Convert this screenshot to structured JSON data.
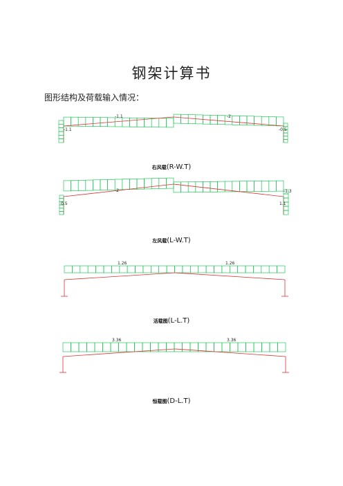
{
  "title": "钢架计算书",
  "subtitle": "图形结构及荷载输入情况：",
  "diagrams": [
    {
      "labels": {
        "left_col": "-1.1",
        "left_mid": "-1.1",
        "right_mid": "-2",
        "right_col": "-0.5"
      },
      "caption_name": "右风载",
      "caption_code": "(R-W.T)"
    },
    {
      "labels": {
        "left_col": "0.5",
        "left_mid": "-2",
        "right_mid": "-1.3",
        "right_col": "1.1"
      },
      "caption_name": "左风载",
      "caption_code": "(L-W.T)"
    },
    {
      "labels": {
        "left_mid": "1.26",
        "right_mid": "1.26"
      },
      "caption_name": "活载图",
      "caption_code": "(L-L.T)"
    },
    {
      "labels": {
        "left_mid": "3.36",
        "right_mid": "3.36"
      },
      "caption_name": "恒载图",
      "caption_code": "(D-L.T)"
    }
  ],
  "colors": {
    "load": "#00c040",
    "frame": "#e03030"
  }
}
